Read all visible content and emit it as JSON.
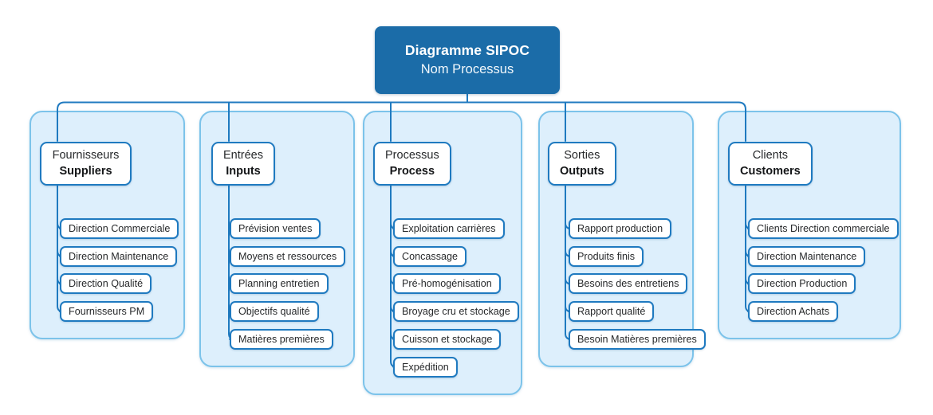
{
  "title": {
    "heading": "Diagramme SIPOC",
    "subheading": "Nom Processus"
  },
  "colors": {
    "title_box_bg": "#1b6ca8",
    "panel_bg": "#ddeffc",
    "panel_border": "#7cc3ea",
    "box_border": "#1f7ac0",
    "connector": "#1f7ac0",
    "text": "#27292b"
  },
  "columns": [
    {
      "key": "suppliers",
      "header_fr": "Fournisseurs",
      "header_en": "Suppliers",
      "items": [
        "Direction Commerciale",
        "Direction Maintenance",
        "Direction Qualité",
        "Fournisseurs PM"
      ]
    },
    {
      "key": "inputs",
      "header_fr": "Entrées",
      "header_en": "Inputs",
      "items": [
        "Prévision ventes",
        "Moyens et ressources",
        "Planning entretien",
        "Objectifs qualité",
        "Matières premières"
      ]
    },
    {
      "key": "process",
      "header_fr": "Processus",
      "header_en": "Process",
      "items": [
        "Exploitation carrières",
        "Concassage",
        "Pré-homogénisation",
        "Broyage cru et stockage",
        "Cuisson et stockage",
        "Expédition"
      ]
    },
    {
      "key": "outputs",
      "header_fr": "Sorties",
      "header_en": "Outputs",
      "items": [
        "Rapport production",
        "Produits finis",
        "Besoins des entretiens",
        "Rapport qualité",
        "Besoin Matières premières"
      ]
    },
    {
      "key": "customers",
      "header_fr": "Clients",
      "header_en": "Customers",
      "items": [
        "Clients Direction commerciale",
        "Direction Maintenance",
        "Direction Production",
        "Direction Achats"
      ]
    }
  ]
}
